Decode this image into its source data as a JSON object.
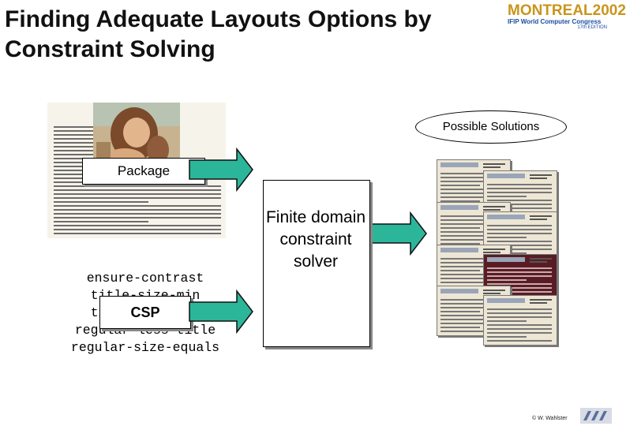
{
  "slide": {
    "title": "Finding Adequate Layouts Options by Constraint Solving"
  },
  "logo": {
    "line1": "MONTREAL2002",
    "line2": "IFIP World Computer Congress",
    "line3": "17th EDITION"
  },
  "diagram": {
    "package_label": "Package",
    "csp_label": "CSP",
    "constraints": [
      "ensure-contrast",
      "title-size-min",
      "title-size-max",
      "regular-less-title",
      "regular-size-equals"
    ],
    "solver_label": "Finite domain constraint solver",
    "solutions_label": "Possible Solutions"
  },
  "footer": {
    "copyright": "© W. Wahlster"
  },
  "colors": {
    "arrow_fill": "#2bb69a",
    "arrow_stroke": "#111111",
    "logo_gold": "#c9951c",
    "logo_blue": "#1d4fa0"
  }
}
